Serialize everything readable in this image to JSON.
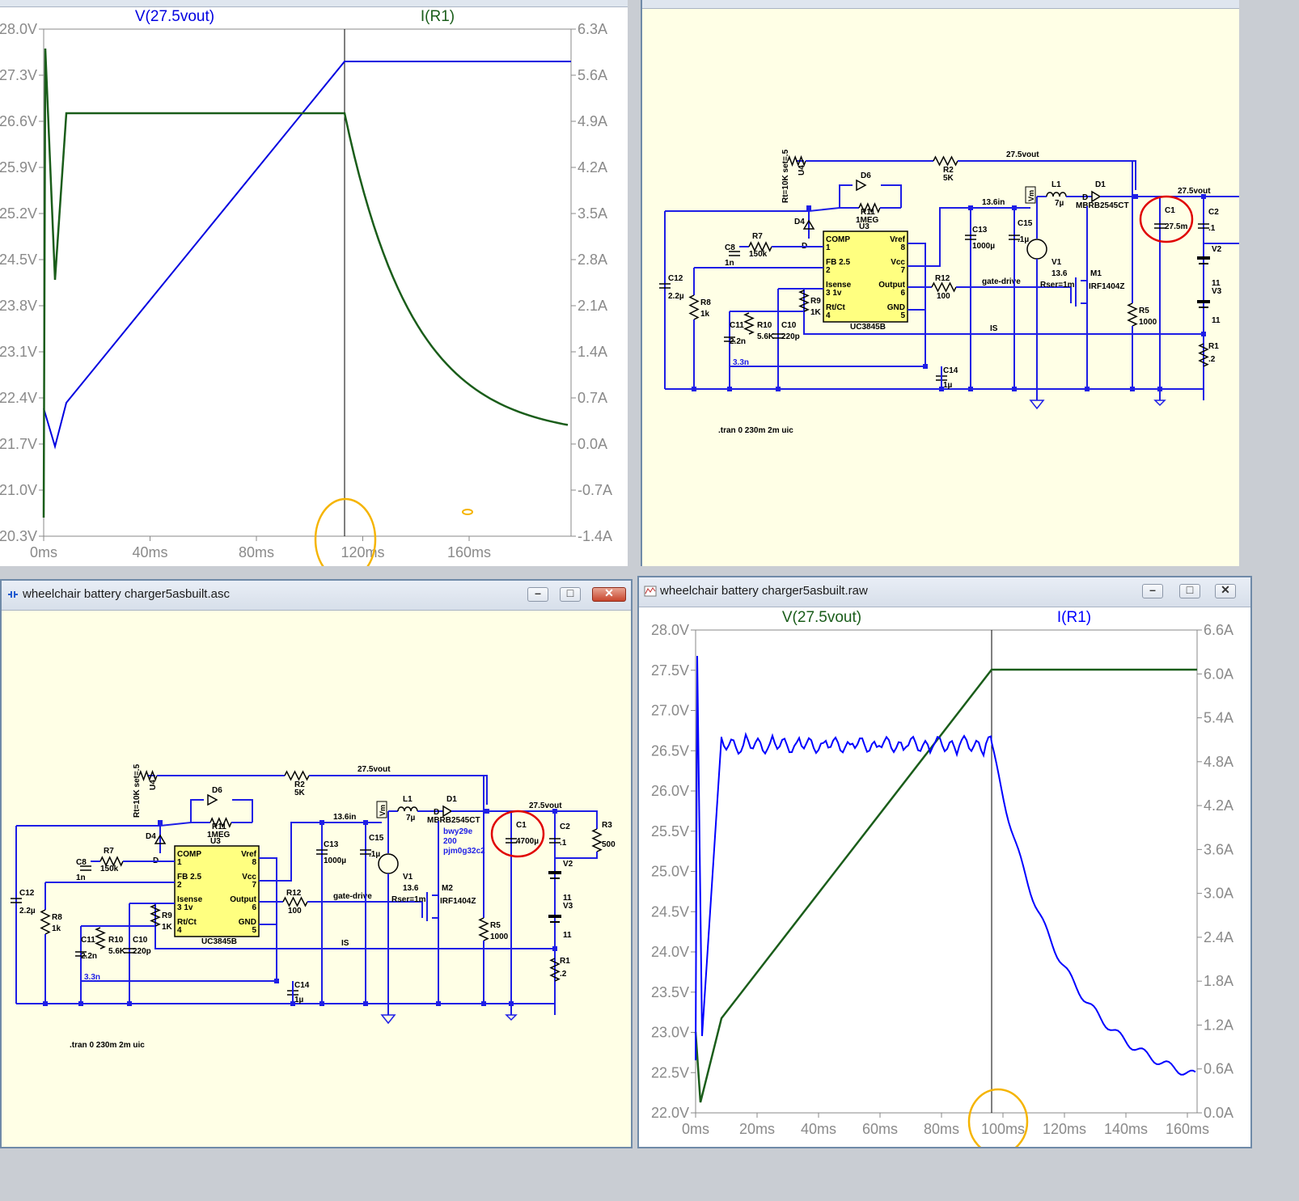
{
  "colors": {
    "v_trace_top": "#0000e0",
    "i_trace_top": "#1a5d1a",
    "v_trace_bottom": "#1a5d1a",
    "i_trace_bottom": "#0000ff",
    "wire": "#1e1ee6",
    "schematic_bg": "#ffffe6",
    "ic_fill": "#ffff80",
    "highlight_red": "#e00000",
    "highlight_orange": "#f5b400"
  },
  "top_left_plot": {
    "title_partial": "ry charger",
    "trace_v_label": "V(27.5vout)",
    "trace_i_label": "I(R1)",
    "left_ticks": [
      "28.0V",
      "27.3V",
      "26.6V",
      "25.9V",
      "25.2V",
      "24.5V",
      "23.8V",
      "23.1V",
      "22.4V",
      "21.7V",
      "21.0V",
      "20.3V"
    ],
    "right_ticks": [
      "6.3A",
      "5.6A",
      "4.9A",
      "4.2A",
      "3.5A",
      "2.8A",
      "2.1A",
      "1.4A",
      "0.7A",
      "0.0A",
      "-0.7A",
      "-1.4A"
    ],
    "x_ticks": [
      "0ms",
      "40ms",
      "80ms",
      "120ms",
      "160ms"
    ]
  },
  "top_right_window": {
    "title": "wheelchair battery charger4.asc",
    "tran": ".tran 0 230m 2m uic",
    "c1_value": "27.5m",
    "c1_label": "C1"
  },
  "bottom_left_window": {
    "title": "wheelchair battery charger5asbuilt.asc",
    "tran": ".tran 0 230m 2m uic",
    "c1_value": "4700µ",
    "c1_label": "C1",
    "part_note": [
      "bwy29e",
      "200",
      "pjm0g32c2"
    ],
    "mosfet": "M2"
  },
  "bottom_right_window": {
    "title": "wheelchair battery charger5asbuilt.raw",
    "trace_v_label": "V(27.5vout)",
    "trace_i_label": "I(R1)",
    "left_ticks": [
      "28.0V",
      "27.5V",
      "27.0V",
      "26.5V",
      "26.0V",
      "25.5V",
      "25.0V",
      "24.5V",
      "24.0V",
      "23.5V",
      "23.0V",
      "22.5V",
      "22.0V"
    ],
    "right_ticks": [
      "6.6A",
      "6.0A",
      "5.4A",
      "4.8A",
      "4.2A",
      "3.6A",
      "3.0A",
      "2.4A",
      "1.8A",
      "1.2A",
      "0.6A",
      "0.0A"
    ],
    "x_ticks": [
      "0ms",
      "20ms",
      "40ms",
      "60ms",
      "80ms",
      "100ms",
      "120ms",
      "140ms",
      "160ms"
    ]
  },
  "schematic": {
    "r2": "R2",
    "r2_val": "5K",
    "net_out": "27.5vout",
    "net_in": "13.6in",
    "net_gate": "gate-drive",
    "net_is": "IS",
    "u4": "U4",
    "u4_param": "Rt=10K set=.5",
    "d6": "D6",
    "r11": "R11",
    "r11_val": "1MEG",
    "u3": "U3",
    "d4": "D4",
    "d": "D",
    "r7": "R7",
    "r7_val": "150k",
    "c8": "C8",
    "c8_val": "1n",
    "c12": "C12",
    "c12_val": "2.2µ",
    "r8": "R8",
    "r8_val": "1k",
    "c11": "C11",
    "c11_val": "2.2n",
    "r10": "R10",
    "r10_val": "5.6K",
    "c10": "C10",
    "c10_val": "220p",
    "c33": "3.3n",
    "r9": "R9",
    "r9_val": "1K",
    "ic_name": "UC3845B",
    "pins_left": [
      "COMP",
      "1",
      "FB 2.5",
      "2",
      "Isense",
      "3  1v",
      "Rt/Ct",
      "4"
    ],
    "pins_right": [
      "Vref",
      "8",
      "Vcc",
      "7",
      "Output",
      "6",
      "GND",
      "5"
    ],
    "r12": "R12",
    "r12_val": "100",
    "c13": "C13",
    "c13_val": "1000µ",
    "c14": "C14",
    "c14_val": "1µ",
    "c15": "C15",
    "c15_val": ".1µ",
    "v1": "V1",
    "v1_val": "13.6",
    "v1_rser": "Rser=1m",
    "vm": "Vm",
    "l1": "L1",
    "l1_val": "7µ",
    "d1": "D1",
    "d1_val": "MBRB2545CT",
    "m1": "M1",
    "m_val": "IRF1404Z",
    "r5": "R5",
    "r5_val": "1000",
    "c2": "C2",
    "c2_val": ".1",
    "r3": "R3",
    "r3_val": "500",
    "v2": "V2",
    "v3": "V3",
    "v_val": "11",
    "r1": "R1",
    "r1_val": ".2"
  }
}
